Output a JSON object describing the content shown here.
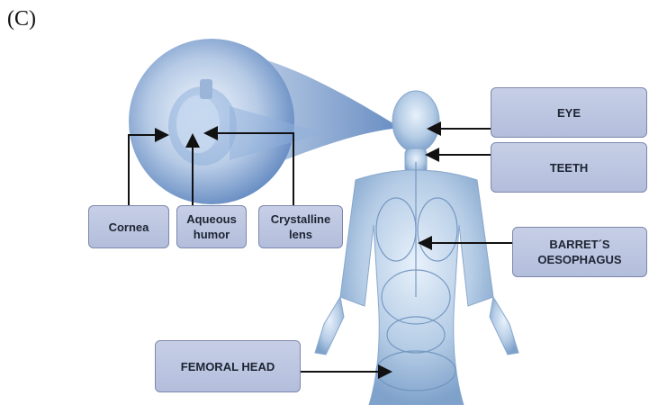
{
  "panel_label": "(C)",
  "eye_callouts": {
    "cornea": "Cornea",
    "aqueous_humor": "Aqueous\nhumor",
    "crystalline_lens": "Crystalline\nlens"
  },
  "body_callouts": {
    "eye": "EYE",
    "teeth": "TEETH",
    "barrett": "BARRET´S\nOESOPHAGUS",
    "femoral_head": "FEMORAL HEAD"
  },
  "colors": {
    "box_fill": "#bcc6e2",
    "box_border": "#7c88ad",
    "body_tint": "#8fb1d6",
    "arrow": "#111111"
  }
}
